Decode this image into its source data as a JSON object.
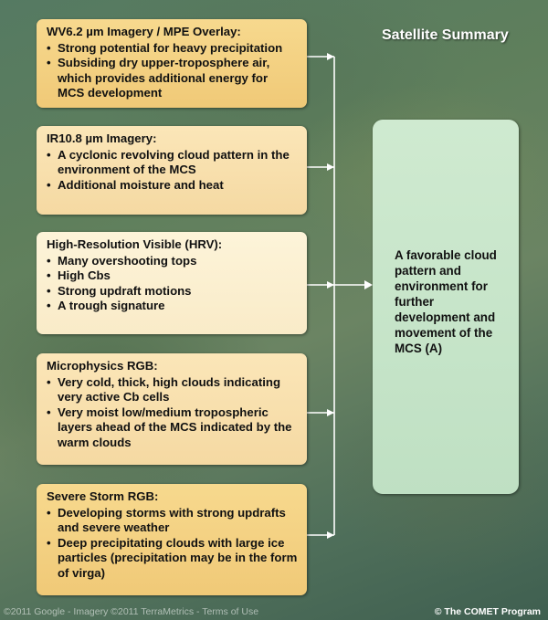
{
  "heading": "Satellite Summary",
  "boxes": [
    {
      "title": "WV6.2 µm Imagery / MPE Overlay:",
      "bullets": [
        "Strong potential for heavy precipitation",
        "Subsiding dry upper-troposphere air, which provides additional energy for MCS development"
      ]
    },
    {
      "title": "IR10.8 µm Imagery:",
      "bullets": [
        "A cyclonic revolving cloud pattern in the environment of the MCS",
        "Additional moisture and heat"
      ]
    },
    {
      "title": "High-Resolution Visible (HRV):",
      "bullets": [
        "Many overshooting tops",
        "High Cbs",
        "Strong updraft motions",
        "A trough signature"
      ]
    },
    {
      "title": "Microphysics RGB:",
      "bullets": [
        "Very cold, thick, high clouds indicating very active Cb cells",
        "Very moist low/medium tropospheric layers ahead of the MCS indicated by the warm clouds"
      ]
    },
    {
      "title": "Severe Storm RGB:",
      "bullets": [
        "Developing storms with strong updrafts and severe weather",
        "Deep precipitating clouds with large ice particles (precipitation may be in the form of virga)"
      ]
    }
  ],
  "summary": "A favorable cloud pattern and environment for further development and movement of the MCS (A)",
  "footer": {
    "left": "©2011 Google - Imagery ©2011 TerraMetrics - Terms of Use",
    "right": "© The COMET Program"
  },
  "colors": {
    "connector": "#ffffff",
    "summary_fill": "#c7e6ca"
  }
}
